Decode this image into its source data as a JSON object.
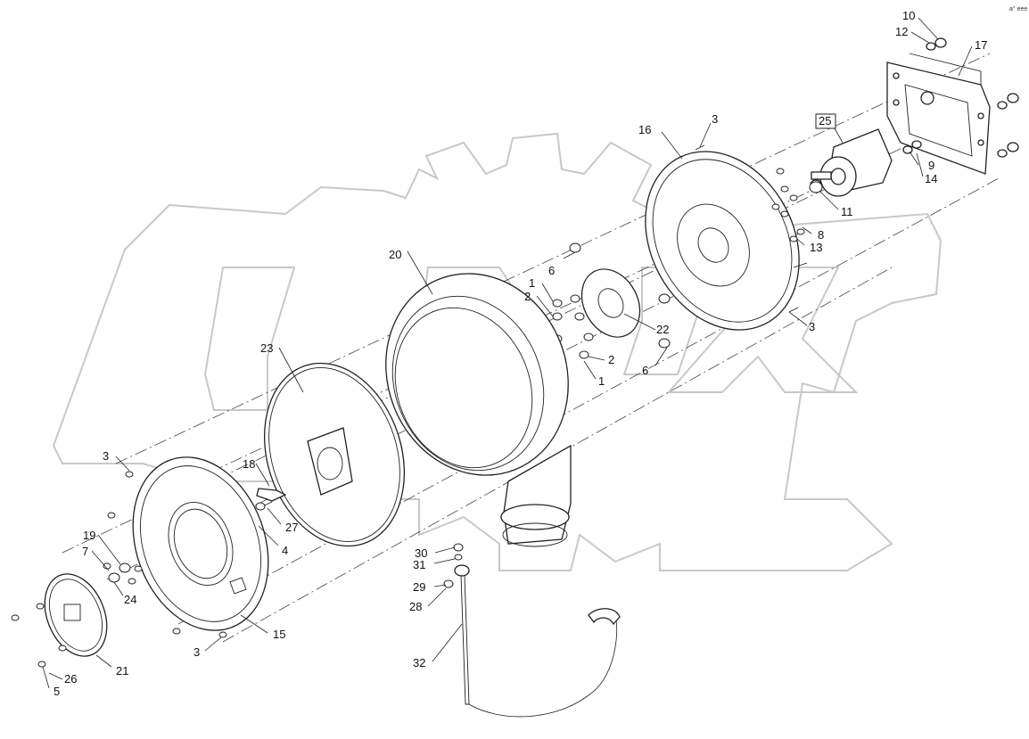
{
  "corner_mark": "a° eee",
  "watermark": {
    "logo_text": "OREX",
    "color": "#c8c8c8"
  },
  "ink_color": "#222222",
  "callouts": {
    "c10": "10",
    "c12": "12",
    "c17": "17",
    "c3a": "3",
    "c16": "16",
    "c25": "25",
    "c9": "9",
    "c14": "14",
    "c11": "11",
    "c8": "8",
    "c13": "13",
    "c20": "20",
    "c6a": "6",
    "c1a": "1",
    "c2a": "2",
    "c22": "22",
    "c3b": "3",
    "c2b": "2",
    "c6b": "6",
    "c1b": "1",
    "c23": "23",
    "c18": "18",
    "c27": "27",
    "c3c": "3",
    "c4": "4",
    "c19": "19",
    "c7": "7",
    "c24": "24",
    "c30": "30",
    "c31": "31",
    "c29": "29",
    "c28": "28",
    "c32": "32",
    "c21": "21",
    "c15": "15",
    "c3d": "3",
    "c26": "26",
    "c5": "5"
  }
}
